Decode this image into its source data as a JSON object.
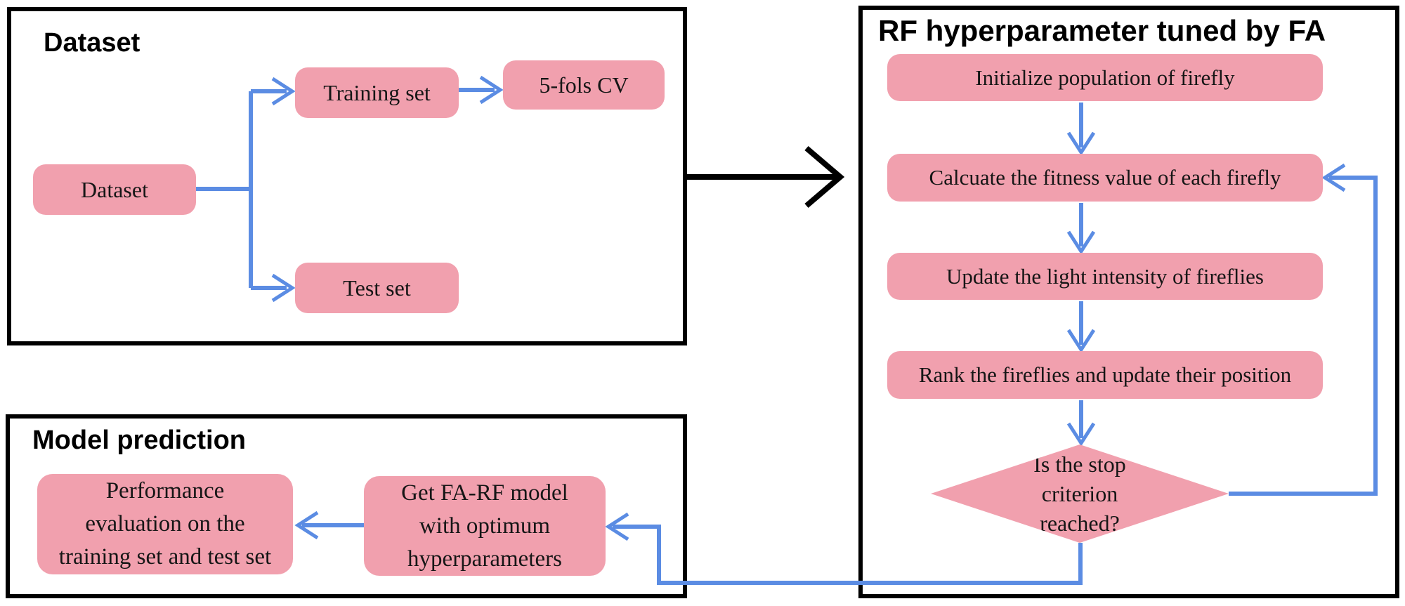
{
  "diagram": {
    "dataset_panel": {
      "title": "Dataset",
      "dataset_box": "Dataset",
      "training_box": "Training set",
      "cv_box": "5-fols CV",
      "test_box": "Test set"
    },
    "model_panel": {
      "title": "Model prediction",
      "performance_box": {
        "lines": [
          "Performance",
          "evaluation on the",
          "training set and test set"
        ]
      },
      "get_model_box": {
        "lines": [
          "Get FA-RF model",
          "with optimum",
          "hyperparameters"
        ]
      }
    },
    "rf_panel": {
      "title": "RF hyperparameter tuned by FA",
      "step1_box": "Initialize population of firefly",
      "step2_box": "Calcuate the fitness value of each firefly",
      "step3_box": "Update the light intensity of fireflies",
      "step4_box": "Rank the fireflies and update their position",
      "decision_diamond": {
        "lines": [
          "Is the stop",
          "criterion",
          "reached?"
        ]
      }
    }
  },
  "colors": {
    "box_fill": "#f1a0ae",
    "connector_blue": "#5b8ce3",
    "line_black": "#000000"
  }
}
